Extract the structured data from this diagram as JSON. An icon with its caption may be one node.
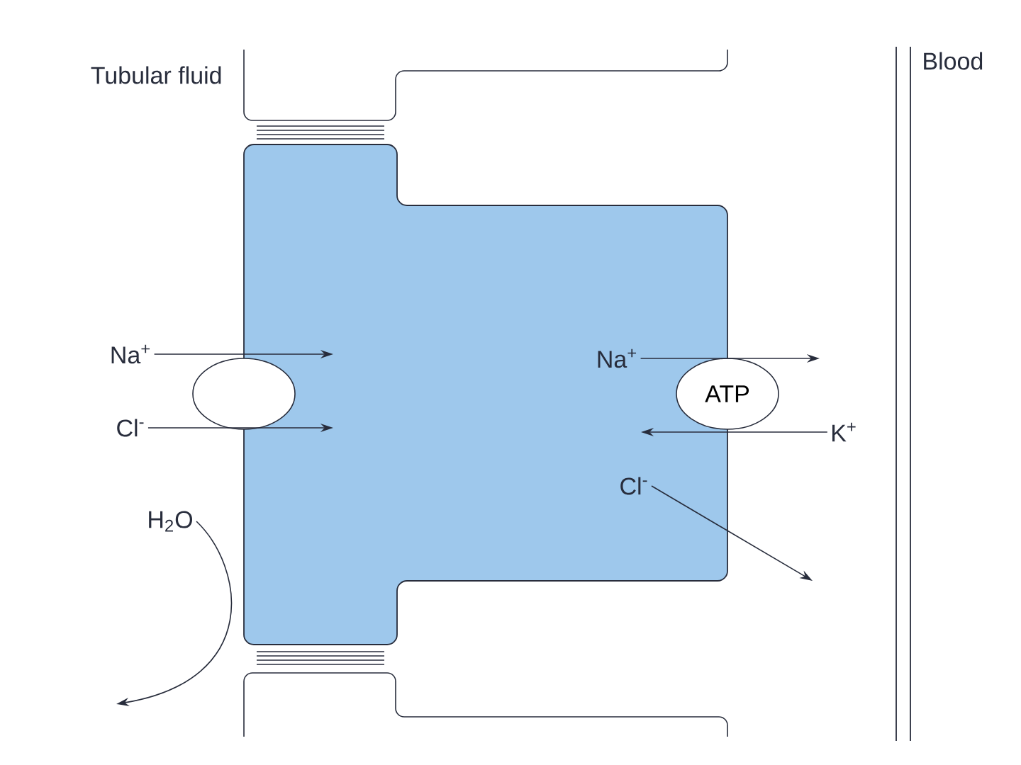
{
  "diagram": {
    "nodes": [
      {
        "text": [],
        "shape": "box"
      },
      {
        "text": [
          "Na$^{+}$"
        ]
      },
      {
        "text": [
          "Cl$^{-}$"
        ]
      },
      {
        "text": [
          "H$_{2}$O"
        ]
      },
      {
        "text": [],
        "shape": "ellipse"
      },
      {
        "text": [
          "ATP"
        ]
      },
      {
        "text": [
          "Na$^{+}$"
        ],
        "in": 0
      },
      {
        "text": [
          "K$^{+}$"
        ]
      },
      {
        "text": [
          "Cl$^{-}$"
        ],
        "in": 0
      }
    ],
    "edges": [
      {
        "from": 1,
        "to": null,
        "arrow": "to"
      },
      {
        "from": 2,
        "to": null,
        "arrow": "to"
      },
      {
        "from": 3,
        "to": null,
        "arrow": "to"
      },
      {
        "from": 6,
        "to": null,
        "arrow": "to"
      },
      {
        "from": 7,
        "to": null,
        "arrow": "to"
      },
      {
        "from": 8,
        "to": null,
        "arrow": "to"
      }
    ],
    "labels": [
      "Tubular fluid",
      "Blood"
    ]
  }
}
